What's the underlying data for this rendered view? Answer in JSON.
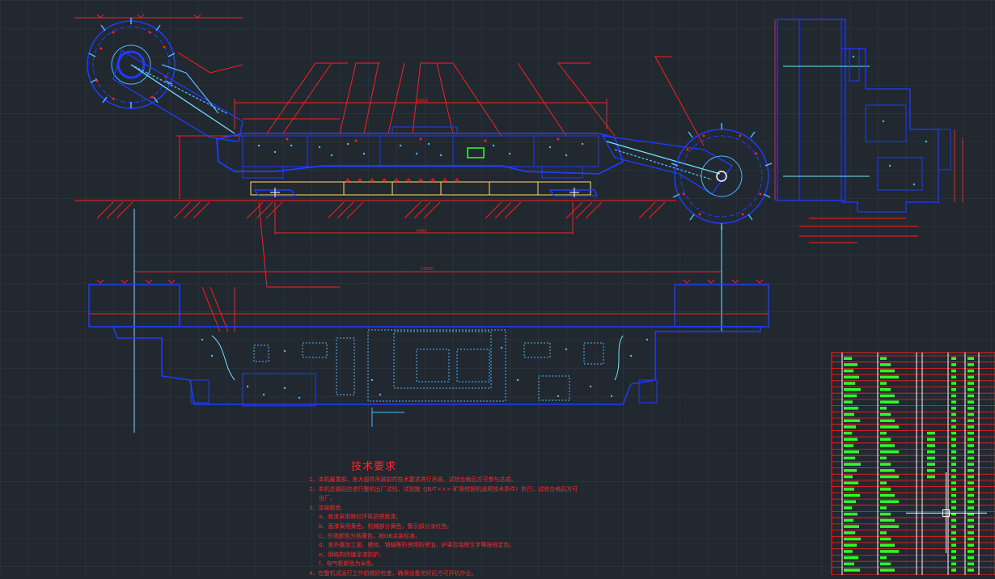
{
  "drawing": {
    "colors": {
      "background": "#212830",
      "grid": "#2e3740",
      "outline": "#1f3cff",
      "dimension": "#ff1e1e",
      "detail": "#4fb8ff",
      "centerline": "#6fe3ff",
      "highlight": "#2bff2b",
      "accent": "#ffe060",
      "text": "#ff2a2a"
    },
    "views": [
      "side-elevation",
      "end-view",
      "plan-view",
      "parts-table"
    ]
  },
  "notes": {
    "title": "技术要求",
    "items": [
      "1、本机最重部、各大部件吊装前件技术要求进行吊装，试验合格后方可参与总成。",
      "2、本机总装后应进行整机出厂试验，试验按《JB/T×××-矿用挖掘机通用技术条件》执行，试验合格后方可",
      "出厂。",
      "3、涂装颜色",
      "a、底漆采用铁红环氧防锈底漆。",
      "b、面漆采用黄色，机械部分黄色，警示部分涂红色。",
      "c、外观颜色为桔黄色，按GB涂装标准。",
      "d、各外露加工面、螺栓、销轴等防锈用防锈油，护罩及铭牌文字等按规定色。",
      "e、钢结构焊缝涂漆防护。",
      "f、电气柜颜色为米色。",
      "4、在整机试运行工作前做好检查，确保设备完好后方可开机作业。"
    ]
  }
}
